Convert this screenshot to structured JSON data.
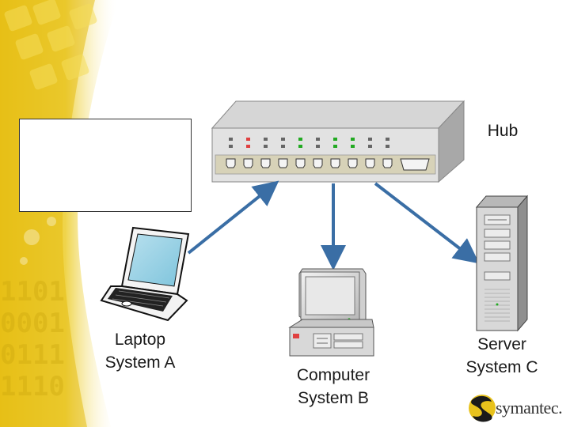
{
  "hub": {
    "label": "Hub"
  },
  "laptop": {
    "line1": "Laptop",
    "line2": "System A"
  },
  "computer": {
    "line1": "Computer",
    "line2": "System B"
  },
  "server": {
    "line1": "Server",
    "line2": "System C"
  },
  "logo": {
    "text": "symantec."
  },
  "colors": {
    "arrow": "#3a6ea5",
    "background_accent": "#e8c21c"
  }
}
